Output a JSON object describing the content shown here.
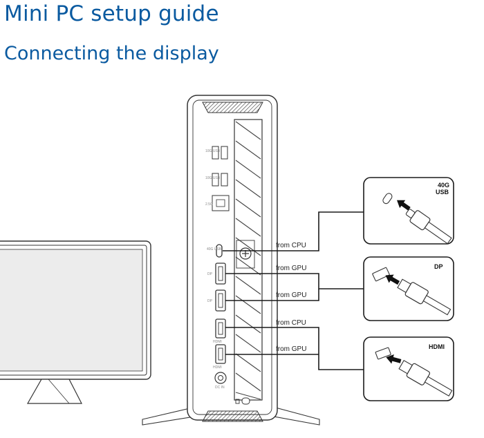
{
  "header": {
    "title": "Mini PC setup guide",
    "subtitle": "Connecting the display"
  },
  "pc": {
    "port_labels": {
      "usb_10g_a": "10G USB",
      "usb_10g_b": "10G USB",
      "lan": "2.5G",
      "usb_40g": "40G USB",
      "dp_1": "DP",
      "dp_2": "DP",
      "hdmi_1": "HDMI",
      "hdmi_2": "HDMI",
      "dc_in": "DC IN"
    }
  },
  "connections": {
    "usb_cpu": "from CPU",
    "dp_gpu_1": "from GPU",
    "dp_gpu_2": "from GPU",
    "hdmi_cpu": "from CPU",
    "hdmi_gpu": "from GPU"
  },
  "callouts": {
    "usb_line1": "40G",
    "usb_line2": "USB",
    "dp": "DP",
    "hdmi": "HDMI"
  },
  "colors": {
    "accent": "#0a5aa0",
    "line": "#1a1a1a"
  }
}
